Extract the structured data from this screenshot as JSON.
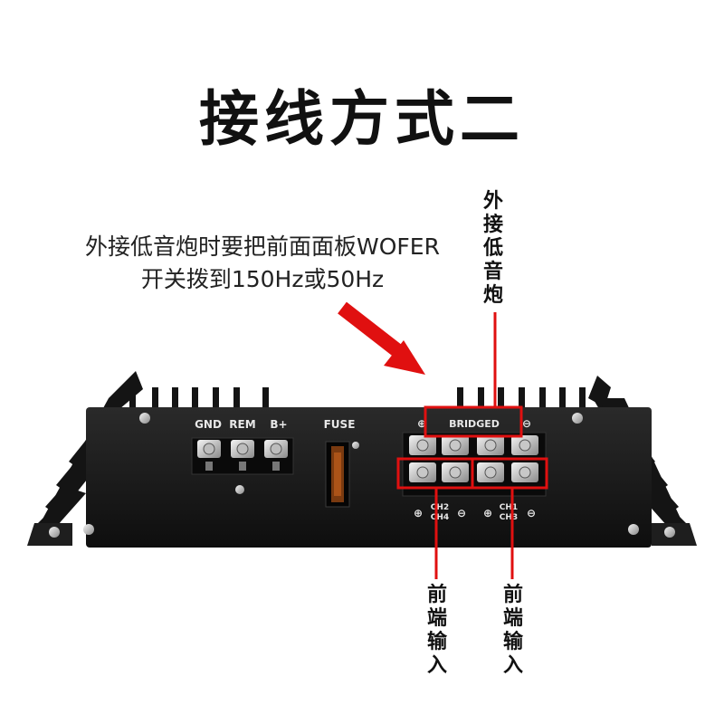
{
  "title": "接线方式二",
  "note": {
    "line1": "外接低音炮时要把前面面板WOFER",
    "line2": "开关拨到150Hz或50Hz"
  },
  "labels": {
    "subwoofer": "外接低音炮",
    "front_input_left": "前端输入",
    "front_input_right": "前端输入"
  },
  "panel": {
    "gnd": "GND",
    "rem": "REM",
    "bplus": "B+",
    "fuse": "FUSE",
    "bridged": "BRIDGED",
    "ch2": "CH2",
    "ch4": "CH4",
    "ch1": "CH1",
    "ch3": "CH3",
    "plus": "⊕",
    "minus": "⊖"
  },
  "colors": {
    "accent": "#e01010",
    "body": "#1a1a1a"
  }
}
